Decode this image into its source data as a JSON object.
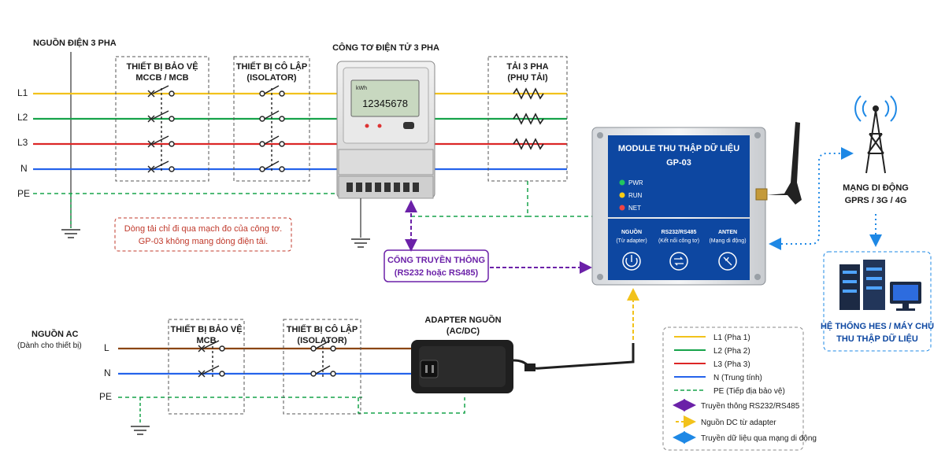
{
  "top": {
    "source_title": "NGUỒN ĐIỆN 3 PHA",
    "lines": [
      "L1",
      "L2",
      "L3",
      "N",
      "PE"
    ],
    "protect_title1": "THIẾT BỊ BẢO VỆ",
    "protect_title2": "MCCB / MCB",
    "isolator_title1": "THIẾT BỊ CÔ LẬP",
    "isolator_title2": "(ISOLATOR)",
    "meter_title": "CÔNG TƠ ĐIỆN TỬ 3 PHA",
    "meter_unit": "kWh",
    "meter_reading": "12345678",
    "load_title1": "TẢI 3 PHA",
    "load_title2": "(PHỤ TẢI)",
    "note1": "Dòng tải chỉ đi qua mạch đo của công tơ.",
    "note2": "GP-03 không mang dòng điện tải."
  },
  "comm": {
    "line1": "CỔNG TRUYỀN THÔNG",
    "line2": "(RS232 hoặc RS485)"
  },
  "module": {
    "title1": "MODULE THU THẬP DỮ LIỆU",
    "title2": "GP-03",
    "leds": [
      {
        "label": "PWR",
        "color": "#22c55e"
      },
      {
        "label": "RUN",
        "color": "#facc15"
      },
      {
        "label": "NET",
        "color": "#ef4444"
      }
    ],
    "ports": [
      {
        "name": "NGUỒN",
        "sub": "(Từ adapter)"
      },
      {
        "name": "RS232/RS485",
        "sub": "(Kết nối công tơ)"
      },
      {
        "name": "ANTEN",
        "sub": "(Mạng di động)"
      }
    ]
  },
  "network": {
    "title": "MẠNG DI ĐỘNG",
    "sub": "GPRS / 3G / 4G"
  },
  "hes": {
    "line1": "HỆ THỐNG HES / MÁY CHỦ",
    "line2": "THU THẬP DỮ LIỆU"
  },
  "bottom": {
    "source_title": "NGUỒN AC",
    "source_sub": "(Dành cho thiết bị)",
    "lines": [
      "L",
      "N",
      "PE"
    ],
    "protect_title1": "THIẾT BỊ BẢO VỆ",
    "protect_title2": "MCB",
    "isolator_title1": "THIẾT BỊ CÔ LẬP",
    "isolator_title2": "(ISOLATOR)",
    "adapter_title1": "ADAPTER NGUỒN",
    "adapter_title2": "(AC/DC)"
  },
  "legend": [
    {
      "label": "L1 (Pha 1)",
      "color": "#f2c21b",
      "style": "solid"
    },
    {
      "label": "L2 (Pha 2)",
      "color": "#16a34a",
      "style": "solid"
    },
    {
      "label": "L3 (Pha 3)",
      "color": "#dc2626",
      "style": "solid"
    },
    {
      "label": "N (Trung tính)",
      "color": "#2563eb",
      "style": "solid"
    },
    {
      "label": "PE (Tiếp địa bảo vệ)",
      "color": "#16a34a",
      "style": "dashed"
    },
    {
      "label": "Truyền thông RS232/RS485",
      "color": "#6b21a8",
      "style": "dashed-arrow"
    },
    {
      "label": "Nguồn DC từ adapter",
      "color": "#f2c21b",
      "style": "dashed-arrow"
    },
    {
      "label": "Truyền dữ liệu qua mạng di động",
      "color": "#1e88e5",
      "style": "dotted-arrow"
    }
  ],
  "colors": {
    "l1": "#f2c21b",
    "l2": "#16a34a",
    "l3": "#dc2626",
    "n": "#2563eb",
    "pe": "#16a34a",
    "comm": "#6b21a8",
    "net": "#1e88e5",
    "module_blue": "#0d47a1",
    "live_brown": "#8b4513"
  }
}
